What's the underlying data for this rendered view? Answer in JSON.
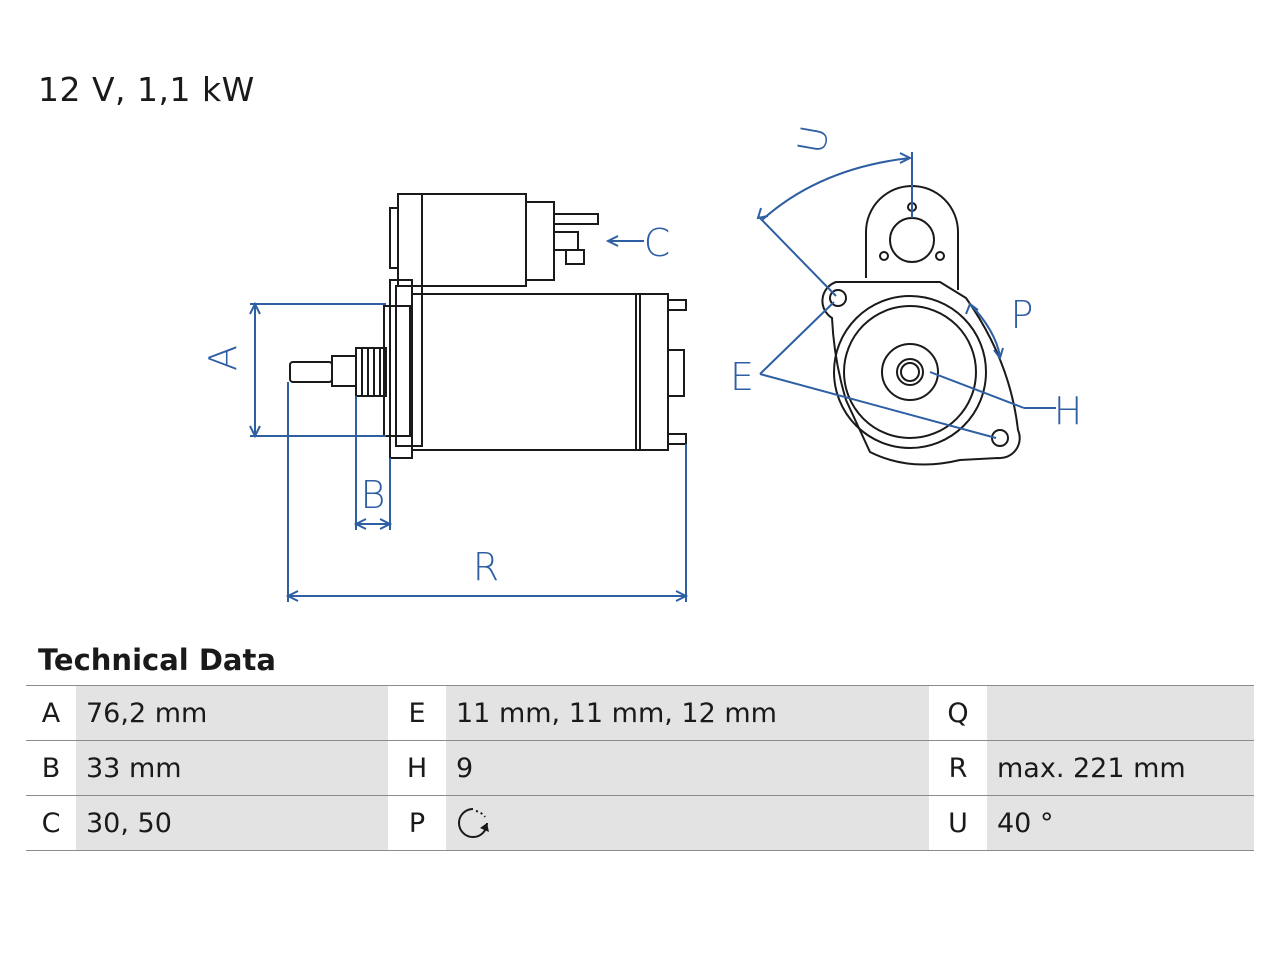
{
  "header": {
    "title": "12 V, 1,1 kW"
  },
  "diagram": {
    "labels": {
      "A": "A",
      "B": "B",
      "C": "C",
      "R": "R",
      "U": "U",
      "P": "P",
      "E": "E",
      "H": "H"
    },
    "line_color": "#2f5fa3",
    "outline_color": "#1a1a1a"
  },
  "technical_data": {
    "heading": "Technical Data",
    "rows": [
      [
        {
          "key": "A",
          "value": "76,2 mm"
        },
        {
          "key": "E",
          "value": "11 mm, 11 mm, 12 mm"
        },
        {
          "key": "Q",
          "value": ""
        }
      ],
      [
        {
          "key": "B",
          "value": "33 mm"
        },
        {
          "key": "H",
          "value": "9"
        },
        {
          "key": "R",
          "value": "max. 221 mm"
        }
      ],
      [
        {
          "key": "C",
          "value": "30, 50"
        },
        {
          "key": "P",
          "value": "",
          "icon": "clockwise-rotation-icon"
        },
        {
          "key": "U",
          "value": "40 °"
        }
      ]
    ]
  }
}
